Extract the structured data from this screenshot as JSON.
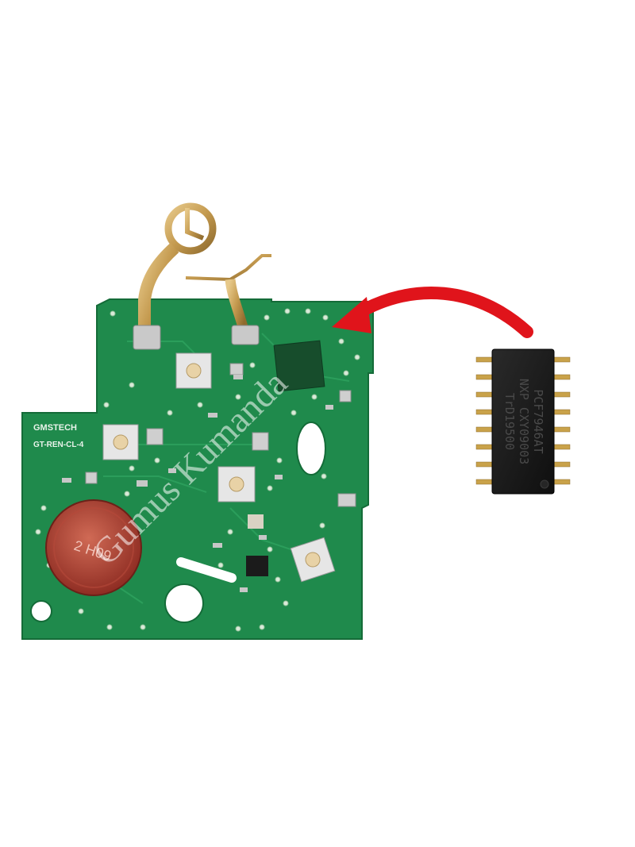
{
  "pcb": {
    "brand_text": "GMSTECH",
    "model_text": "GT-REN-CL-4",
    "battery_text": "2 H09"
  },
  "chip": {
    "line1": "PCF7946AT",
    "line2": "NXP CXY09003",
    "line3": "TrD19500"
  },
  "watermark": "Gumus Kumanda",
  "colors": {
    "pcb_green": "#1f8a4c",
    "arrow_red": "#e0141b",
    "chip_black": "#1a1a1a",
    "pin_gold": "#c9a24a"
  }
}
